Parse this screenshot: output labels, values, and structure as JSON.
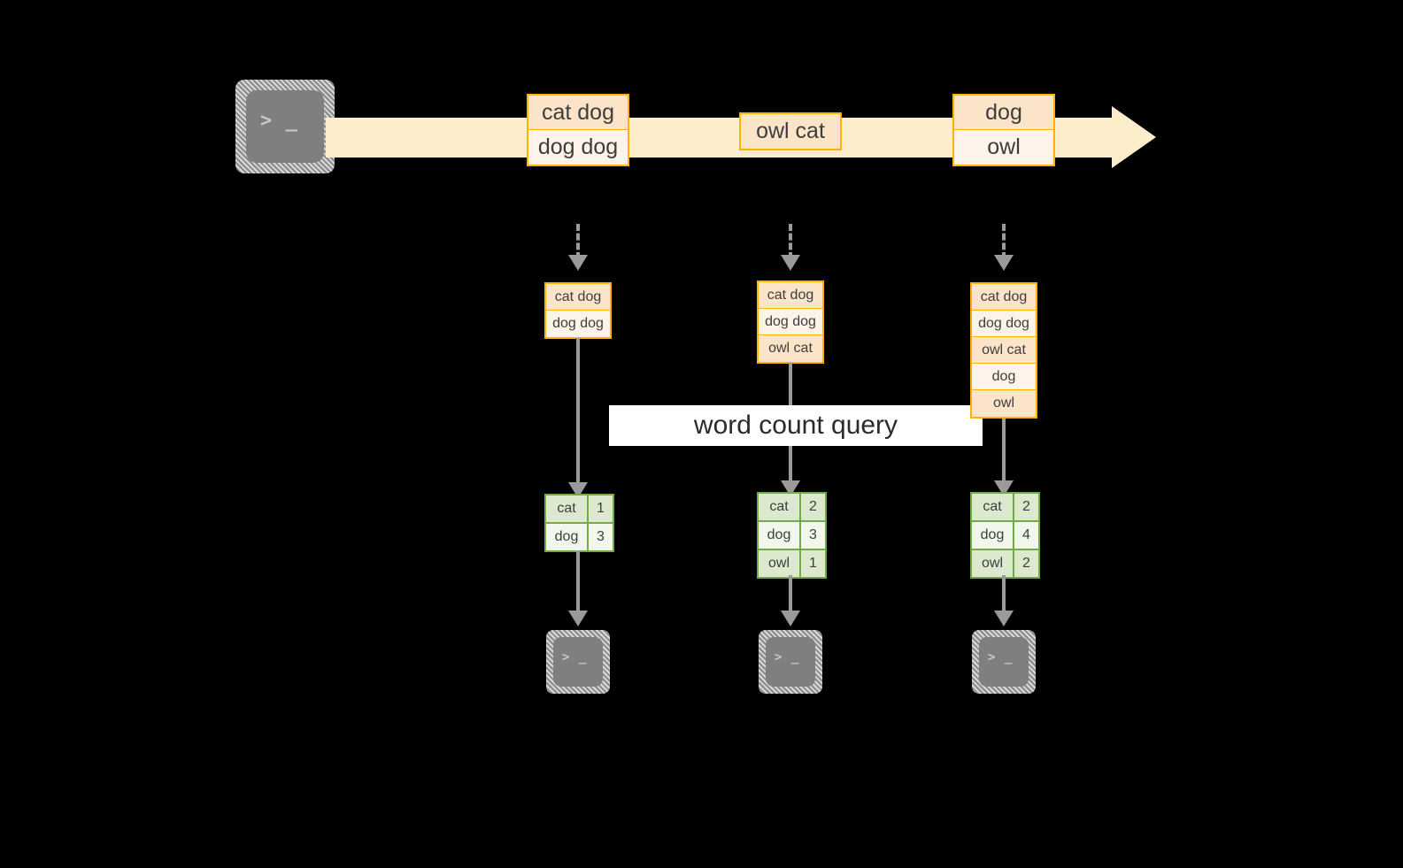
{
  "diagram": {
    "title_label": "word count query",
    "source": {
      "icon": "terminal-icon",
      "glyph": "> _"
    },
    "stream": {
      "icon": "stream-arrow-icon",
      "records": [
        {
          "lines": [
            "cat dog",
            "dog dog"
          ]
        },
        {
          "lines": [
            "owl cat"
          ]
        },
        {
          "lines": [
            "dog",
            "owl"
          ]
        }
      ]
    },
    "snapshots": [
      {
        "name": "snapshot-1",
        "lines": [
          "cat dog",
          "dog dog"
        ],
        "result": {
          "rows": [
            {
              "word": "cat",
              "count": "1"
            },
            {
              "word": "dog",
              "count": "3"
            }
          ]
        },
        "sink": {
          "icon": "terminal-icon",
          "glyph": "> _"
        }
      },
      {
        "name": "snapshot-2",
        "lines": [
          "cat dog",
          "dog dog",
          "owl cat"
        ],
        "result": {
          "rows": [
            {
              "word": "cat",
              "count": "2"
            },
            {
              "word": "dog",
              "count": "3"
            },
            {
              "word": "owl",
              "count": "1"
            }
          ]
        },
        "sink": {
          "icon": "terminal-icon",
          "glyph": "> _"
        }
      },
      {
        "name": "snapshot-3",
        "lines": [
          "cat dog",
          "dog dog",
          "owl cat",
          "dog",
          "owl"
        ],
        "result": {
          "rows": [
            {
              "word": "cat",
              "count": "2"
            },
            {
              "word": "dog",
              "count": "4"
            },
            {
              "word": "owl",
              "count": "2"
            }
          ]
        },
        "sink": {
          "icon": "terminal-icon",
          "glyph": "> _"
        }
      }
    ],
    "colors": {
      "background": "#000000",
      "stream_fill": "#fdeecb",
      "record_border": "#ffb300",
      "record_fill_a": "#fce4c9",
      "record_fill_b": "#fdf3e8",
      "result_border": "#72ab41",
      "result_fill_a": "#dde9cf",
      "result_fill_b": "#f2f7ed",
      "connector": "#9a9a9a",
      "terminal_body": "#7f7f7f",
      "label_bg": "#ffffff"
    }
  }
}
